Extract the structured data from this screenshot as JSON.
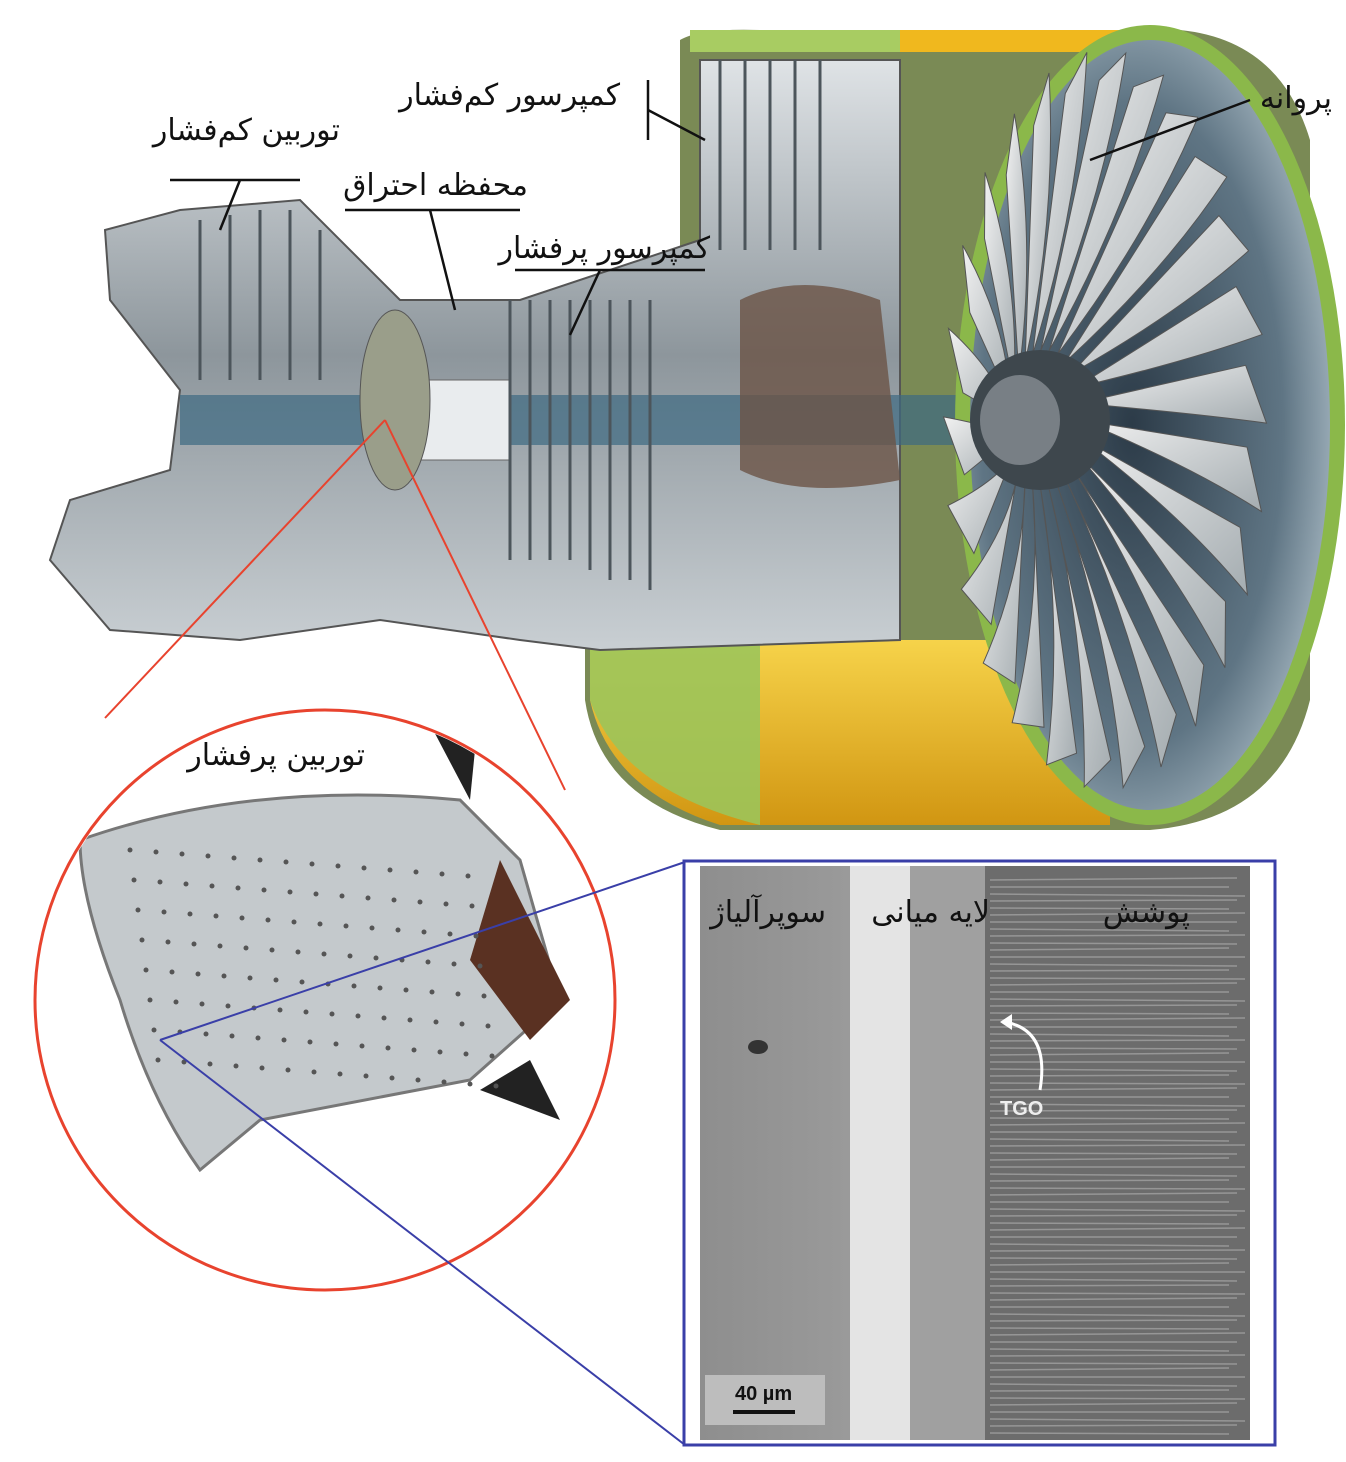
{
  "labels": {
    "fan": "پروانه",
    "low_pressure_compressor": "کمپرسور کم‌فشار",
    "low_pressure_turbine": "توربین کم‌فشار",
    "combustion_chamber": "محفظه احتراق",
    "high_pressure_compressor": "کمپرسور پرفشار",
    "high_pressure_turbine": "توربین پرفشار"
  },
  "micrograph": {
    "superalloy": "سوپرآلیاژ",
    "bond_coat": "لایه میانی",
    "top_coat": "پوشش",
    "tgo": "TGO",
    "scale_bar": "40 µm"
  },
  "colors": {
    "zoom_circle": "#e8432e",
    "micrograph_frame": "#3a3fa8",
    "nacelle_green": "#8bb84a",
    "nacelle_yellow": "#e8b21c"
  }
}
